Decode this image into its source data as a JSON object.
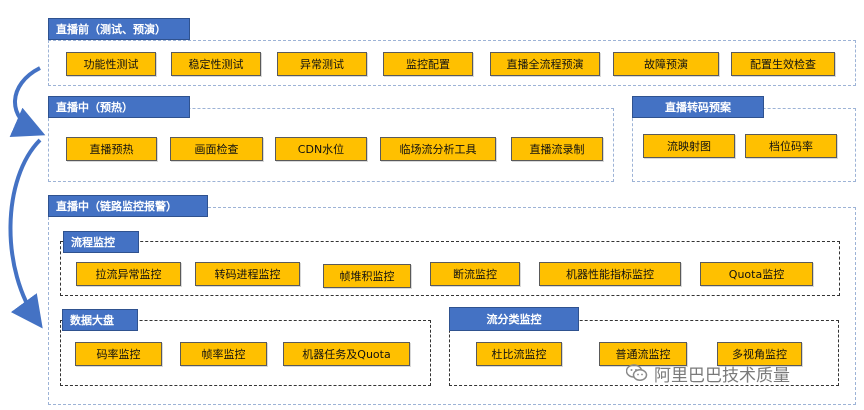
{
  "colors": {
    "header_bg": "#4472c4",
    "box_bg": "#ffc000",
    "arrow": "#4472c4",
    "section_border": "#9db3d6"
  },
  "pre_live": {
    "title": "直播前（测试、预演）",
    "items": [
      "功能性测试",
      "稳定性测试",
      "异常测试",
      "监控配置",
      "直播全流程预演",
      "故障预演",
      "配置生效检查"
    ]
  },
  "warmup": {
    "title": "直播中（预热）",
    "items": [
      "直播预热",
      "画面检查",
      "CDN水位",
      "临场流分析工具",
      "直播流录制"
    ]
  },
  "transcode": {
    "title": "直播转码预案",
    "items": [
      "流映射图",
      "档位码率"
    ]
  },
  "monitoring": {
    "title": "直播中（链路监控报警）",
    "process": {
      "title": "流程监控",
      "items": [
        "拉流异常监控",
        "转码进程监控",
        "帧堆积监控",
        "断流监控",
        "机器性能指标监控",
        "Quota监控"
      ]
    },
    "dashboard": {
      "title": "数据大盘",
      "items": [
        "码率监控",
        "帧率监控",
        "机器任务及Quota"
      ]
    },
    "classified": {
      "title": "流分类监控",
      "items": [
        "杜比流监控",
        "普通流监控",
        "多视角监控"
      ]
    }
  },
  "watermark": {
    "text": "阿里巴巴技术质量",
    "icon": "wechat-icon"
  }
}
